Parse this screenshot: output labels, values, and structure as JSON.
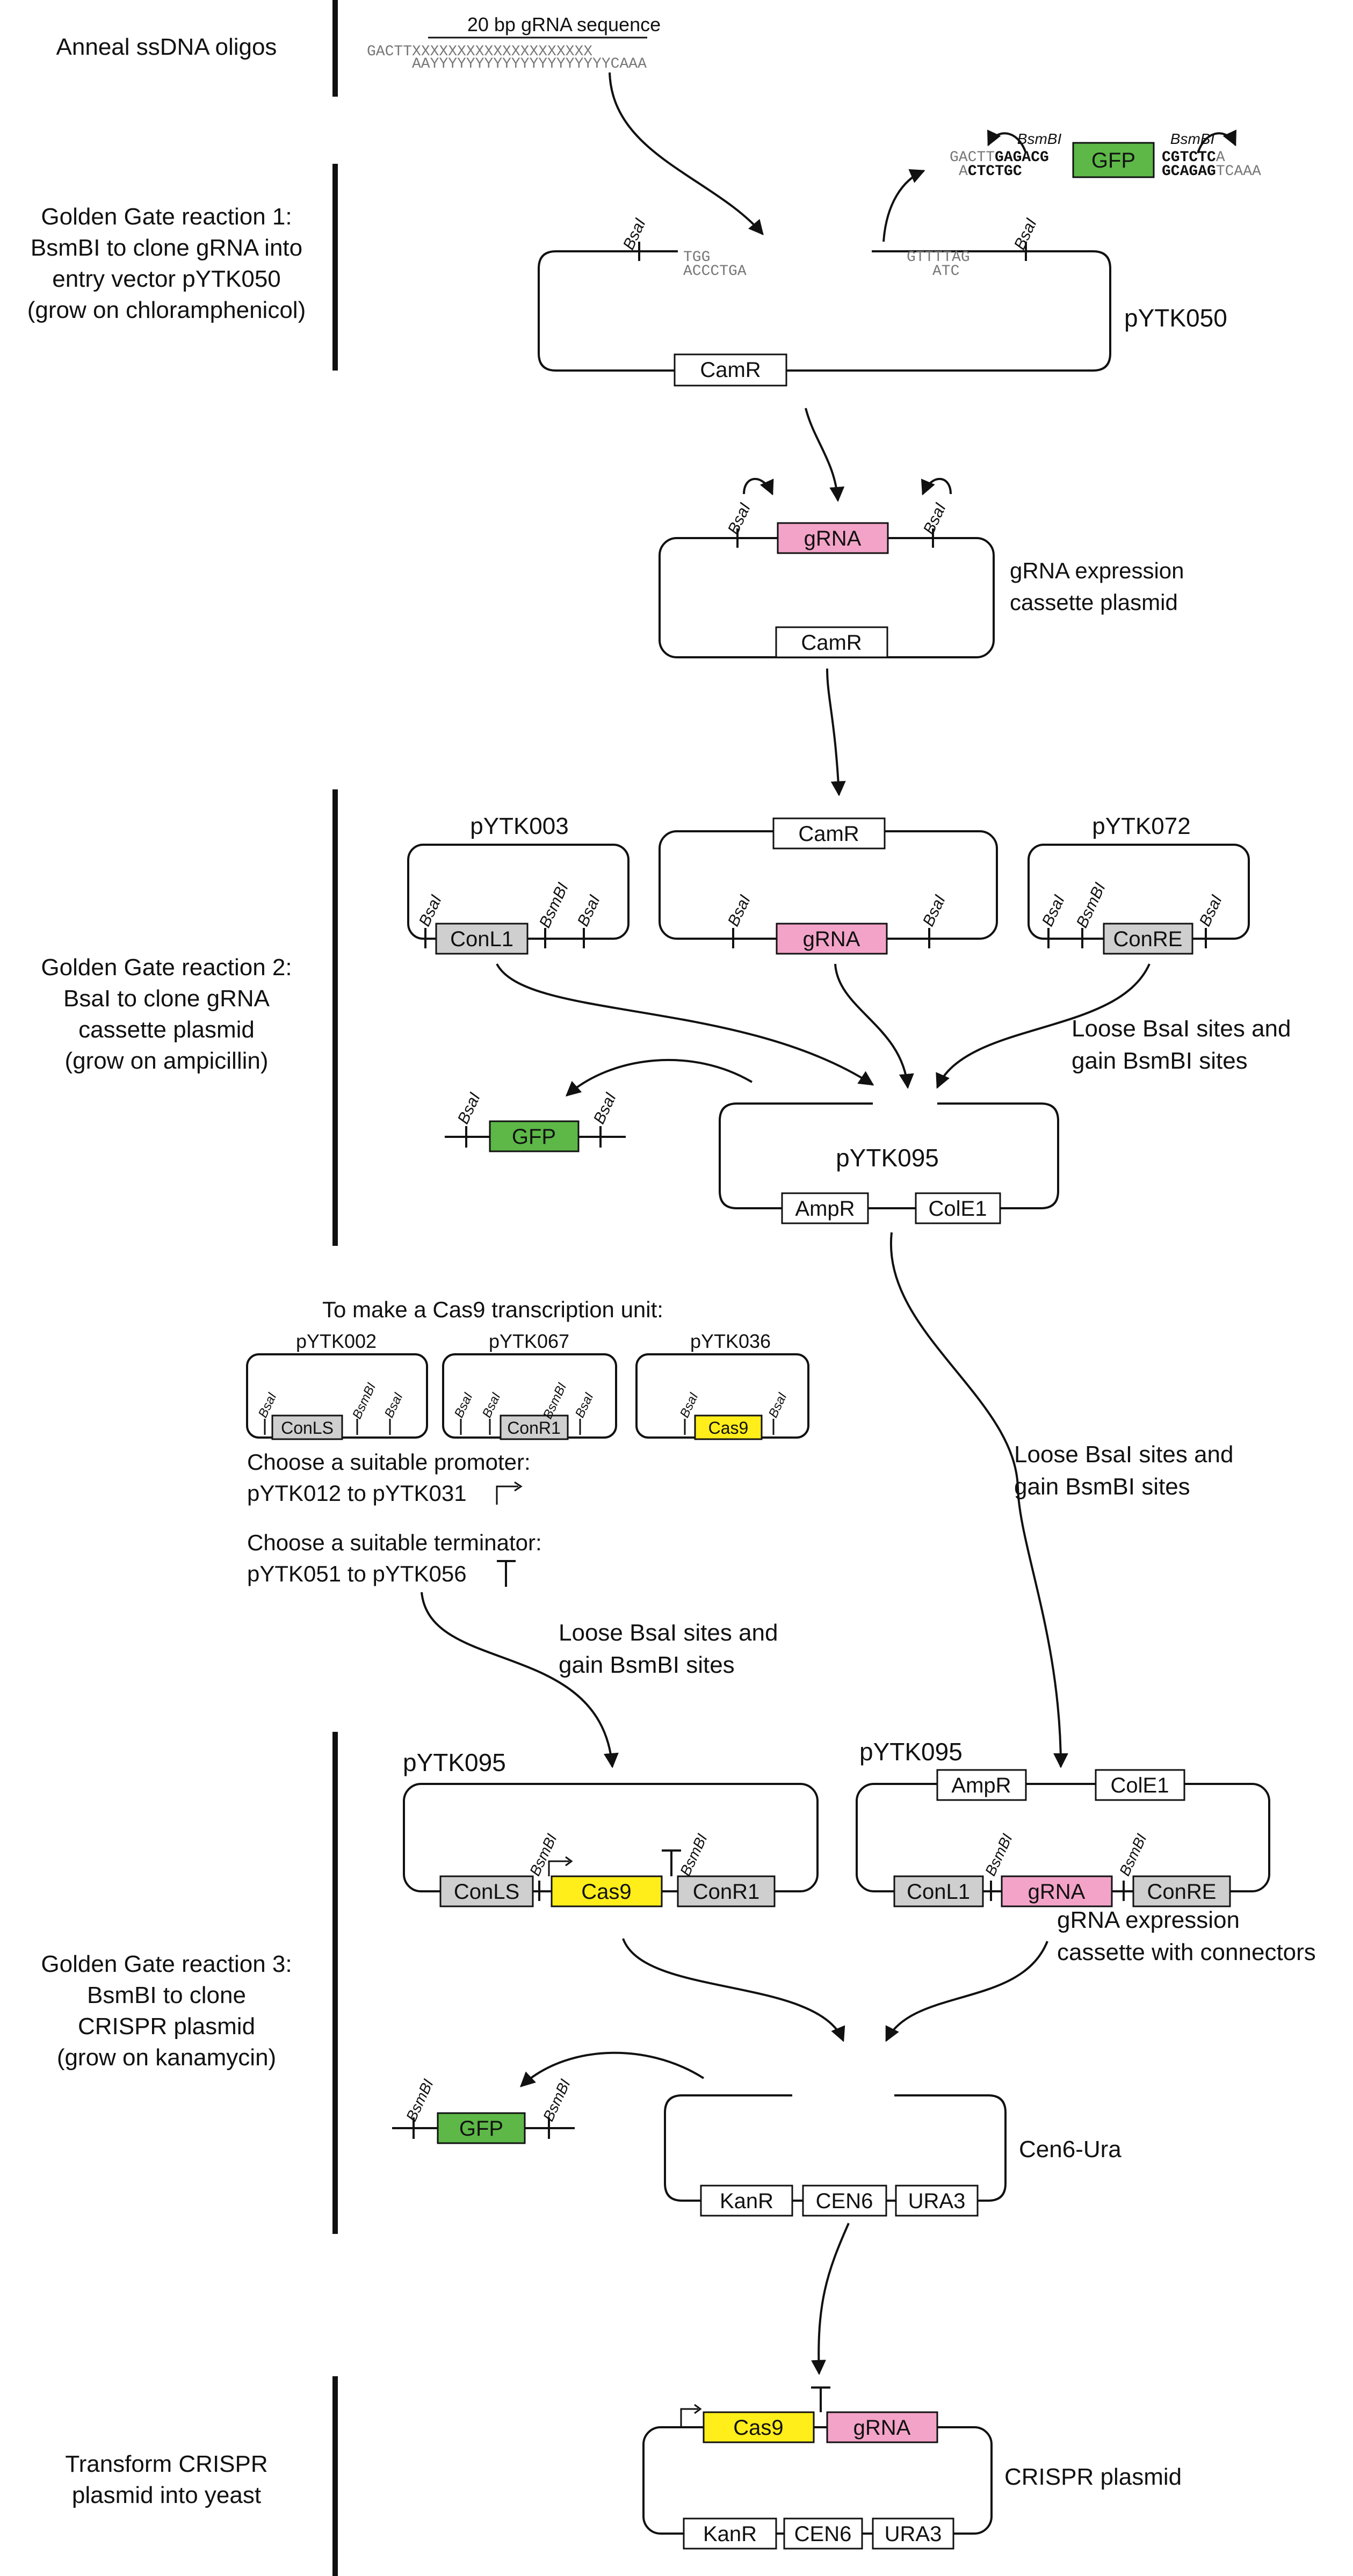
{
  "colors": {
    "gfp": "#5db847",
    "grna": "#f4a3c8",
    "cas9": "#ffee1a",
    "connector": "#cfcfcf",
    "marker": "#ffffff",
    "line": "#111111"
  },
  "steps": {
    "anneal": "Anneal ssDNA oligos",
    "gg1": [
      "Golden Gate reaction 1:",
      "BsmBI to clone gRNA into",
      "entry vector pYTK050",
      "(grow on chloramphenicol)"
    ],
    "gg2": [
      "Golden Gate reaction 2:",
      "BsaI to clone gRNA",
      "cassette plasmid",
      "(grow on ampicillin)"
    ],
    "gg3": [
      "Golden Gate reaction 3:",
      "BsmBI to clone",
      "CRISPR plasmid",
      "(grow on kanamycin)"
    ],
    "transform": [
      "Transform CRISPR",
      "plasmid into yeast"
    ]
  },
  "oligo": {
    "title": "20 bp gRNA sequence",
    "top_prefix": "GACTT",
    "top_x": "XXXXXXXXXXXXXXXXXXXX",
    "bottom_prefix": "AA",
    "bottom_y": "YYYYYYYYYYYYYYYYYYYY",
    "bottom_suffix": "CAAA"
  },
  "insert_gfp": {
    "site": "BsmBI",
    "left_top_gray": "GACTT",
    "left_top_bold": "GAGACG",
    "left_bot_gray": "A",
    "left_bot_bold": "CTCTGC",
    "right_top_bold": "CGTCTC",
    "right_top_gray": "A",
    "right_bot_bold": "GCAGAG",
    "right_bot_gray": "TCAAA"
  },
  "pytk050": {
    "name": "pYTK050",
    "marker": "CamR",
    "site": "BsaI",
    "left_overhang": [
      "TGG",
      "ACCCTGA"
    ],
    "right_overhang": [
      "GTTTTAG",
      "ATC"
    ]
  },
  "grna_plasmid": {
    "label": [
      "gRNA expression",
      "cassette plasmid"
    ],
    "insert": "gRNA",
    "marker": "CamR",
    "site": "BsaI"
  },
  "gg2_parts": {
    "left": {
      "name": "pYTK003",
      "part": "ConL1",
      "sites": [
        "BsaI",
        "BsmBI",
        "BsaI"
      ]
    },
    "middle": {
      "marker": "CamR",
      "part": "gRNA",
      "sites": [
        "BsaI",
        "BsaI"
      ]
    },
    "right": {
      "name": "pYTK072",
      "part": "ConRE",
      "sites": [
        "BsaI",
        "BsmBI",
        "BsaI"
      ]
    },
    "note": [
      "Loose BsaI sites and",
      "gain BsmBI sites"
    ],
    "dropout": {
      "part": "GFP",
      "site": "BsaI"
    },
    "backbone": {
      "name": "pYTK095",
      "markers": [
        "AmpR",
        "ColE1"
      ]
    }
  },
  "cas9_unit": {
    "title": "To make a Cas9 transcription unit:",
    "plasmids": [
      {
        "name": "pYTK002",
        "part": "ConLS",
        "sites": [
          "BsaI",
          "BsmBI",
          "BsaI"
        ]
      },
      {
        "name": "pYTK067",
        "part": "ConR1",
        "sites": [
          "BsaI",
          "BsaI",
          "BsmBI",
          "BsaI"
        ]
      },
      {
        "name": "pYTK036",
        "part": "Cas9",
        "sites": [
          "BsaI",
          "BsaI"
        ]
      }
    ],
    "promoter": [
      "Choose a suitable promoter:",
      "pYTK012 to pYTK031"
    ],
    "terminator": [
      "Choose a suitable terminator:",
      "pYTK051 to pYTK056"
    ]
  },
  "loose_note_middle": [
    "Loose BsaI sites and",
    "gain BsmBI sites"
  ],
  "loose_note_left": [
    "Loose BsaI sites and",
    "gain BsmBI sites"
  ],
  "gg3_parts": {
    "cas9_plasmid": {
      "name": "pYTK095",
      "parts": [
        "ConLS",
        "Cas9",
        "ConR1"
      ],
      "site": "BsmBI"
    },
    "grna_plasmid": {
      "name": "pYTK095",
      "markers": [
        "AmpR",
        "ColE1"
      ],
      "parts": [
        "ConL1",
        "gRNA",
        "ConRE"
      ],
      "site": "BsmBI",
      "label": [
        "gRNA expression",
        "cassette with connectors"
      ]
    },
    "dropout": {
      "part": "GFP",
      "site": "BsmBI"
    },
    "backbone": {
      "name": "Cen6-Ura",
      "markers": [
        "KanR",
        "CEN6",
        "URA3"
      ]
    }
  },
  "final": {
    "name": "CRISPR plasmid",
    "parts": [
      "Cas9",
      "gRNA"
    ],
    "markers": [
      "KanR",
      "CEN6",
      "URA3"
    ]
  }
}
